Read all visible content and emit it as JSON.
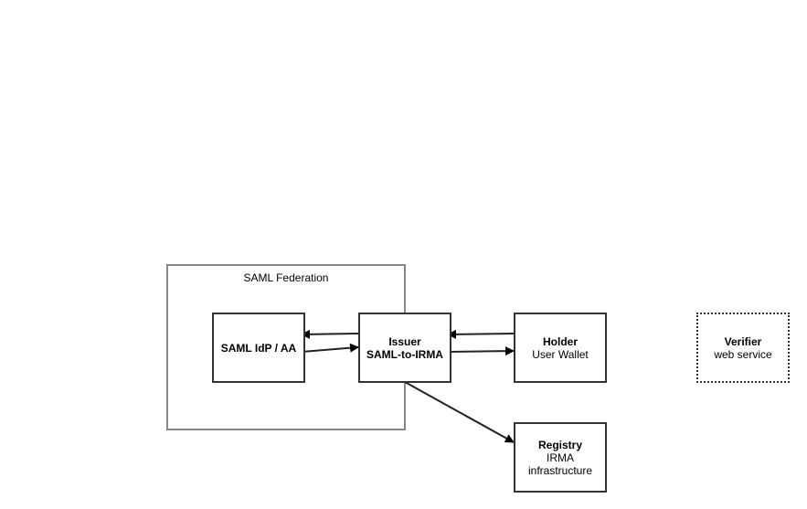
{
  "group": {
    "label": "SAML Federation"
  },
  "nodes": {
    "idp": {
      "title": "SAML IdP / AA",
      "sub": ""
    },
    "issuer": {
      "title": "Issuer",
      "sub": "SAML-to-IRMA"
    },
    "holder": {
      "title": "Holder",
      "sub": "User Wallet"
    },
    "verifier": {
      "title": "Verifier",
      "sub": "web service"
    },
    "registry": {
      "title": "Registry",
      "sub": "IRMA",
      "sub2": "infrastructure"
    }
  },
  "colors": {
    "box_border": "#333333",
    "group_border": "#888888",
    "arrow": "#000000"
  }
}
